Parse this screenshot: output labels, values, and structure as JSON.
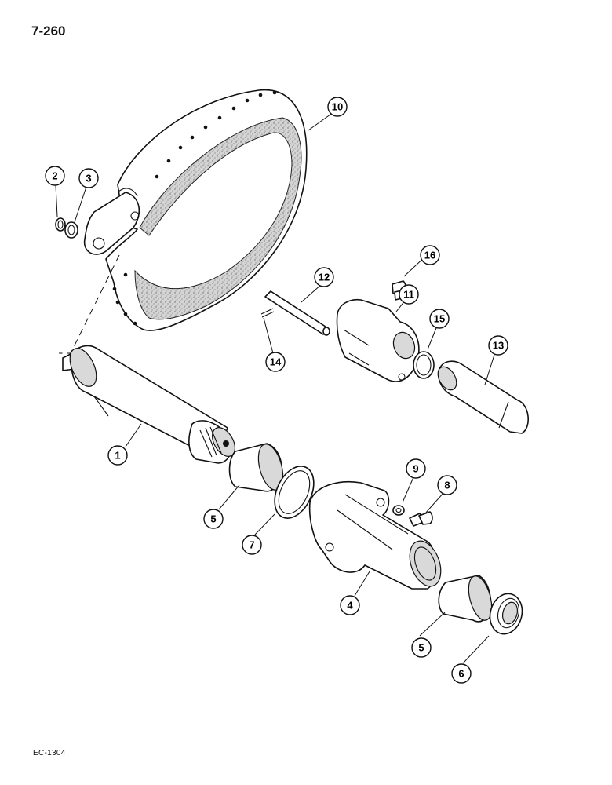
{
  "header": {
    "page_number": "7-260"
  },
  "footer": {
    "figure_code": "EC-1304"
  },
  "callouts": [
    {
      "id": "c1",
      "number": "1"
    },
    {
      "id": "c2",
      "number": "2"
    },
    {
      "id": "c3",
      "number": "3"
    },
    {
      "id": "c4",
      "number": "4"
    },
    {
      "id": "c5a",
      "number": "5"
    },
    {
      "id": "c5b",
      "number": "5"
    },
    {
      "id": "c6",
      "number": "6"
    },
    {
      "id": "c7",
      "number": "7"
    },
    {
      "id": "c8",
      "number": "8"
    },
    {
      "id": "c9",
      "number": "9"
    },
    {
      "id": "c10",
      "number": "10"
    },
    {
      "id": "c11",
      "number": "11"
    },
    {
      "id": "c12",
      "number": "12"
    },
    {
      "id": "c13",
      "number": "13"
    },
    {
      "id": "c14",
      "number": "14"
    },
    {
      "id": "c15",
      "number": "15"
    },
    {
      "id": "c16",
      "number": "16"
    }
  ]
}
